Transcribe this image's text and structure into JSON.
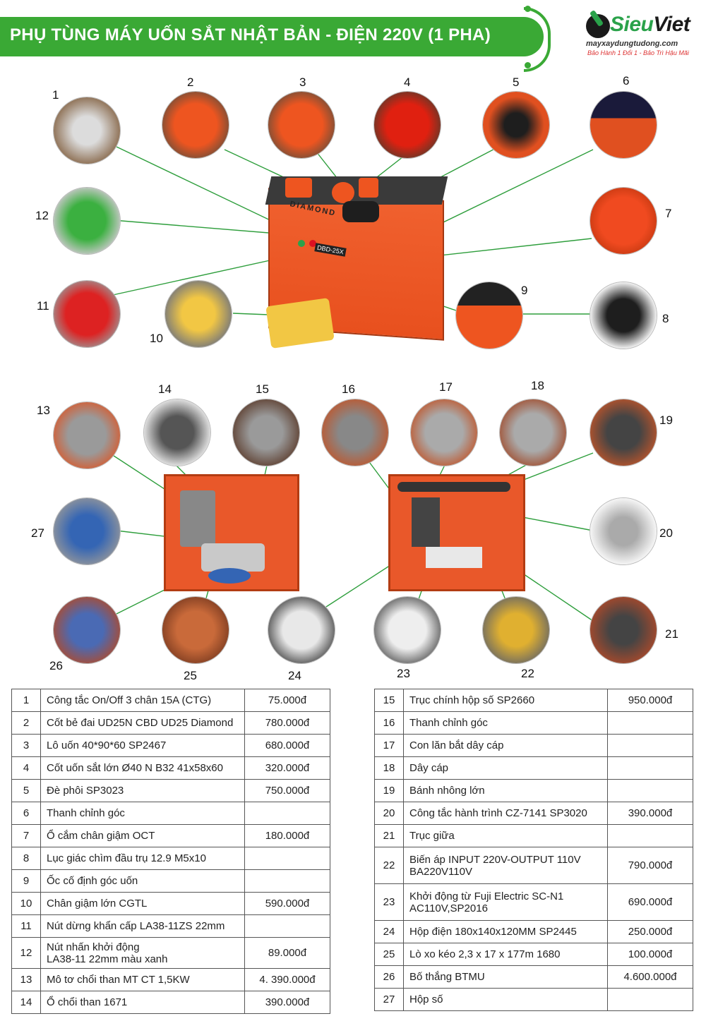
{
  "header": {
    "title": "PHỤ TÙNG MÁY UỐN SẮT NHẬT BẢN - ĐIỆN 220V (1 PHA)"
  },
  "logo": {
    "name_part1": "Sieu",
    "name_part2": "Viet",
    "url": "mayxaydungtudong.com",
    "tagline": "Bảo Hành 1 Đổi 1 - Bảo Trì Hậu Mãi"
  },
  "machine": {
    "brand": "DIAMOND",
    "model": "DBD-25X"
  },
  "callouts": [
    "1",
    "2",
    "3",
    "4",
    "5",
    "6",
    "7",
    "8",
    "9",
    "10",
    "11",
    "12",
    "13",
    "14",
    "15",
    "16",
    "17",
    "18",
    "19",
    "20",
    "21",
    "22",
    "23",
    "24",
    "25",
    "26",
    "27"
  ],
  "colors": {
    "banner": "#3aa935",
    "machine": "#e8501e",
    "accent_green": "#2aa24a"
  },
  "parts_left": [
    {
      "no": "1",
      "name": "Công tắc On/Off 3 chân 15A (CTG)",
      "price": "75.000đ"
    },
    {
      "no": "2",
      "name": "Cốt bẻ đai UD25N CBD UD25 Diamond",
      "price": "780.000đ"
    },
    {
      "no": "3",
      "name": "Lô uốn 40*90*60 SP2467",
      "price": "680.000đ"
    },
    {
      "no": "4",
      "name": "Cốt uốn sắt lớn Ø40 N B32 41x58x60",
      "price": "320.000đ"
    },
    {
      "no": "5",
      "name": "Đè phôi SP3023",
      "price": "750.000đ"
    },
    {
      "no": "6",
      "name": "Thanh chỉnh góc",
      "price": ""
    },
    {
      "no": "7",
      "name": "Ổ cắm chân giậm OCT",
      "price": "180.000đ"
    },
    {
      "no": "8",
      "name": "Lục giác chìm đầu trụ 12.9 M5x10",
      "price": ""
    },
    {
      "no": "9",
      "name": "Ốc cố định góc uốn",
      "price": ""
    },
    {
      "no": "10",
      "name": "Chân giậm lớn CGTL",
      "price": "590.000đ"
    },
    {
      "no": "11",
      "name": "Nút dừng khẩn cấp LA38-11ZS 22mm",
      "price": ""
    },
    {
      "no": "12",
      "name": "Nút nhấn khởi động",
      "name2": "LA38-11 22mm màu xanh",
      "price": "89.000đ"
    },
    {
      "no": "13",
      "name": "Mô tơ chổi than MT CT 1,5KW",
      "price": "4. 390.000đ"
    },
    {
      "no": "14",
      "name": "Ổ chổi than 1671",
      "price": "390.000đ"
    }
  ],
  "parts_right": [
    {
      "no": "15",
      "name": "Trục chính hộp số SP2660",
      "price": "950.000đ"
    },
    {
      "no": "16",
      "name": "Thanh chỉnh góc",
      "price": ""
    },
    {
      "no": "17",
      "name": "Con lăn bắt dây cáp",
      "price": ""
    },
    {
      "no": "18",
      "name": "Dây cáp",
      "price": ""
    },
    {
      "no": "19",
      "name": "Bánh nhông lớn",
      "price": ""
    },
    {
      "no": "20",
      "name": "Công tắc hành trình CZ-7141 SP3020",
      "price": "390.000đ"
    },
    {
      "no": "21",
      "name": "Trục giữa",
      "price": ""
    },
    {
      "no": "22",
      "name": "Biến áp INPUT 220V-OUTPUT 110V",
      "name2": "BA220V110V",
      "price": "790.000đ"
    },
    {
      "no": "23",
      "name": "Khởi động từ Fuji Electric SC-N1",
      "name2": "AC110V,SP2016",
      "price": "690.000đ"
    },
    {
      "no": "24",
      "name": "Hộp điện 180x140x120MM SP2445",
      "price": "250.000đ"
    },
    {
      "no": "25",
      "name": "Lò xo kéo 2,3 x 17 x 177m 1680",
      "price": "100.000đ"
    },
    {
      "no": "26",
      "name": "Bố thắng BTMU",
      "price": "4.600.000đ"
    },
    {
      "no": "27",
      "name": "Hộp số",
      "price": ""
    }
  ]
}
